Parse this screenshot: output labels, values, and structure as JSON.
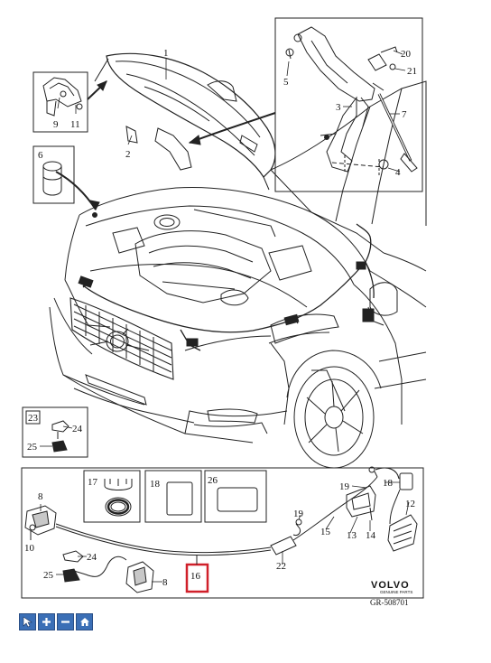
{
  "brand": {
    "name": "VOLVO",
    "subtitle": "GENUINE PARTS",
    "reference": "GR-508701"
  },
  "callouts": [
    {
      "id": "c1",
      "text": "1"
    },
    {
      "id": "c2",
      "text": "2"
    },
    {
      "id": "c3",
      "text": "3"
    },
    {
      "id": "c4",
      "text": "4"
    },
    {
      "id": "c5",
      "text": "5"
    },
    {
      "id": "c6",
      "text": "6"
    },
    {
      "id": "c7",
      "text": "7"
    },
    {
      "id": "c8a",
      "text": "8"
    },
    {
      "id": "c8b",
      "text": "8"
    },
    {
      "id": "c9",
      "text": "9"
    },
    {
      "id": "c10",
      "text": "10"
    },
    {
      "id": "c11",
      "text": "11"
    },
    {
      "id": "c12",
      "text": "12"
    },
    {
      "id": "c13",
      "text": "13"
    },
    {
      "id": "c14",
      "text": "14"
    },
    {
      "id": "c15",
      "text": "15"
    },
    {
      "id": "c16",
      "text": "16"
    },
    {
      "id": "c17",
      "text": "17"
    },
    {
      "id": "c18",
      "text": "18"
    },
    {
      "id": "c18b",
      "text": "18"
    },
    {
      "id": "c19a",
      "text": "19"
    },
    {
      "id": "c19b",
      "text": "19"
    },
    {
      "id": "c20",
      "text": "20"
    },
    {
      "id": "c21",
      "text": "21"
    },
    {
      "id": "c22",
      "text": "22"
    },
    {
      "id": "c23",
      "text": "23"
    },
    {
      "id": "c24a",
      "text": "24"
    },
    {
      "id": "c24b",
      "text": "24"
    },
    {
      "id": "c25a",
      "text": "25"
    },
    {
      "id": "c25b",
      "text": "25"
    },
    {
      "id": "c26",
      "text": "26"
    }
  ],
  "highlight": {
    "color": "#d0202a",
    "part": "16"
  },
  "toolbar": [
    {
      "name": "select-tool-button",
      "icon": "cursor-icon"
    },
    {
      "name": "zoom-in-button",
      "icon": "plus-icon"
    },
    {
      "name": "zoom-out-button",
      "icon": "minus-icon"
    },
    {
      "name": "home-button",
      "icon": "home-icon"
    }
  ],
  "colors": {
    "line": "#222222",
    "button": "#3b6fb6"
  }
}
